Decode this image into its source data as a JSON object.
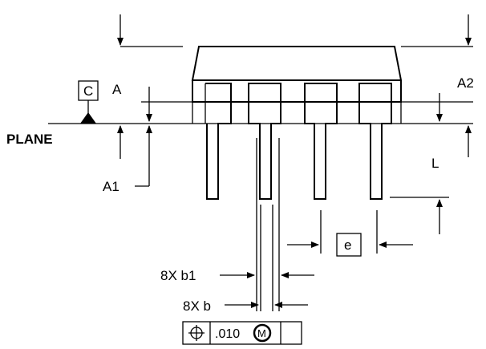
{
  "labels": {
    "datum": "C",
    "dim_a": "A",
    "dim_a2": "A2",
    "plane": "PLANE",
    "dim_a1": "A1",
    "dim_l": "L",
    "dim_e": "e",
    "dim_b1": "8X b1",
    "dim_b": "8X b"
  },
  "tolerance": {
    "value": ".010",
    "modifier": "M"
  },
  "icons": {
    "position": "position-tolerance-icon",
    "datum_triangle": "datum-triangle-icon"
  }
}
